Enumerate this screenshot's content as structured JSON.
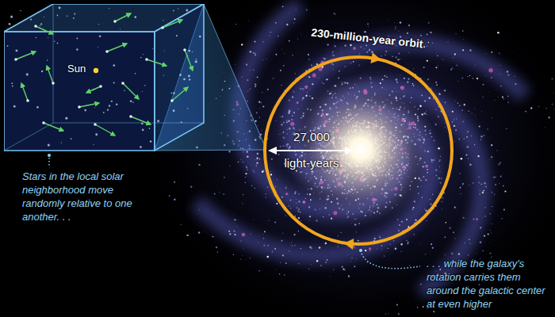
{
  "diagram": {
    "nodes": [
      {
        "text": [
          "Sun"
        ]
      }
    ],
    "labels": [
      "230-million-year orbit",
      "27,000",
      "light-years",
      "Stars in the local solar neighborhood move randomly relative to one another. . .",
      ". . . while the galaxy's rotation carries them around the galactic center at even higher"
    ]
  }
}
